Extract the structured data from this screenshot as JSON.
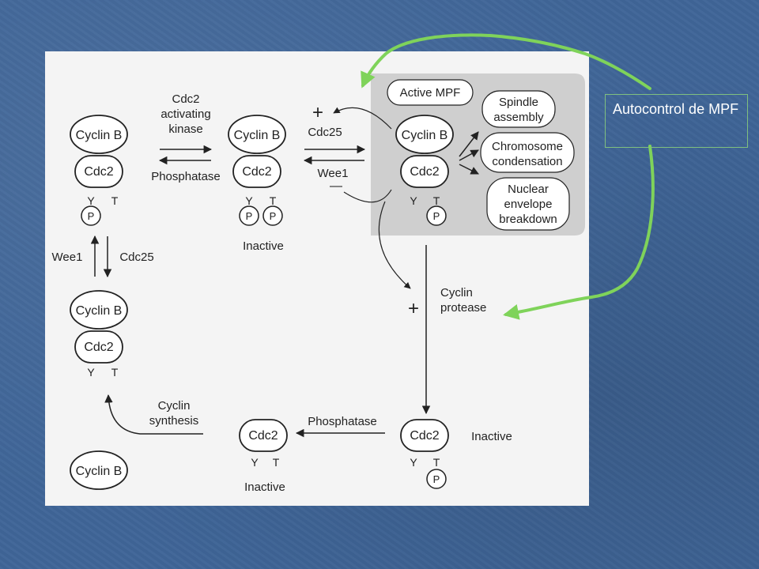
{
  "diagram": {
    "labels": {
      "cyclin_b": "Cyclin B",
      "cdc2": "Cdc2",
      "y": "Y",
      "t": "T",
      "p": "P",
      "cdc2_activating_1": "Cdc2",
      "cdc2_activating_2": "activating",
      "cdc2_activating_3": "kinase",
      "phosphatase": "Phosphatase",
      "cdc25": "Cdc25",
      "wee1": "Wee1",
      "plus": "+",
      "minus": "—",
      "inactive": "Inactive",
      "active_mpf": "Active MPF",
      "spindle_1": "Spindle",
      "spindle_2": "assembly",
      "chromosome_1": "Chromosome",
      "chromosome_2": "condensation",
      "nuclear_1": "Nuclear",
      "nuclear_2": "envelope",
      "nuclear_3": "breakdown",
      "cyclin_protease_1": "Cyclin",
      "cyclin_protease_2": "protease",
      "cyclin_synthesis_1": "Cyclin",
      "cyclin_synthesis_2": "synthesis"
    },
    "callout": "Autocontrol de MPF",
    "colors": {
      "background": "#3f6598",
      "figure": "#f4f4f4",
      "active_panel": "#cfcfcf",
      "ink": "#222222",
      "arrow_green": "#7fd35a"
    }
  }
}
